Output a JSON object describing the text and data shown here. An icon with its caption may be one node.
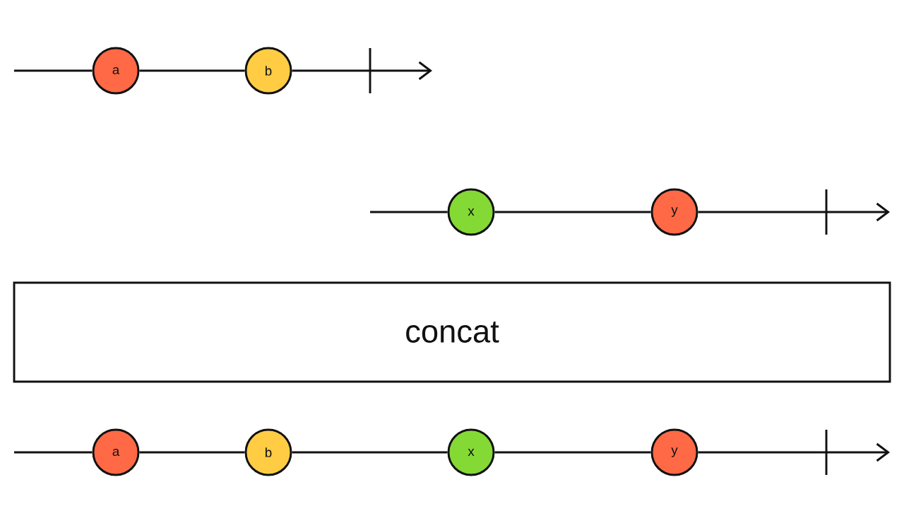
{
  "diagram": {
    "nodes": [
      {
        "text": [
          "a"
        ]
      },
      {
        "text": [
          "b"
        ]
      },
      {
        "text": [
          "x"
        ]
      },
      {
        "text": [
          "y"
        ]
      },
      {
        "text": [
          "concat"
        ]
      },
      {
        "text": [
          "a"
        ]
      },
      {
        "text": [
          "b"
        ]
      },
      {
        "text": [
          "x"
        ]
      },
      {
        "text": [
          "y"
        ]
      }
    ],
    "edges": [
      {
        "from": null,
        "to": 0,
        "arrow": "none"
      },
      {
        "from": 0,
        "to": 1,
        "arrow": "none"
      },
      {
        "from": 1,
        "to": null,
        "arrow": "to"
      },
      {
        "from": null,
        "to": 2,
        "arrow": "none"
      },
      {
        "from": 2,
        "to": 3,
        "arrow": "none"
      },
      {
        "from": 3,
        "to": null,
        "arrow": "to"
      },
      {
        "from": null,
        "to": 5,
        "arrow": "none"
      },
      {
        "from": 5,
        "to": 6,
        "arrow": "none"
      },
      {
        "from": 6,
        "to": 7,
        "arrow": "none"
      },
      {
        "from": 7,
        "to": 8,
        "arrow": "none"
      },
      {
        "from": 8,
        "to": null,
        "arrow": "to"
      }
    ]
  }
}
